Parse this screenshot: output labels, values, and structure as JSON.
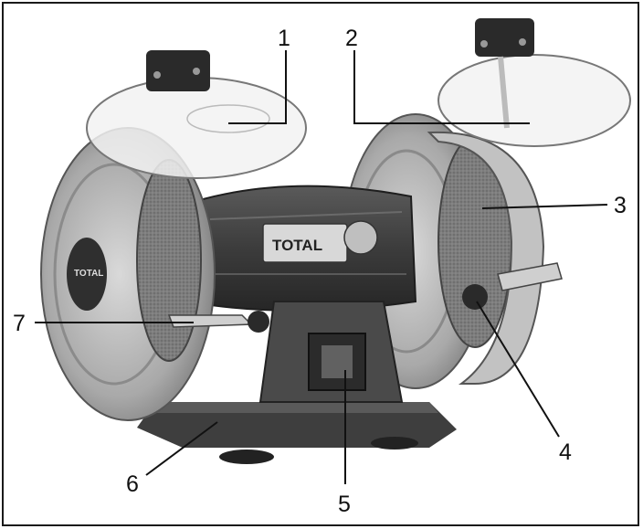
{
  "figure": {
    "callouts": [
      {
        "id": "1",
        "label": "1"
      },
      {
        "id": "2",
        "label": "2"
      },
      {
        "id": "3",
        "label": "3"
      },
      {
        "id": "4",
        "label": "4"
      },
      {
        "id": "5",
        "label": "5"
      },
      {
        "id": "6",
        "label": "6"
      },
      {
        "id": "7",
        "label": "7"
      }
    ],
    "brand_text": "TOTAL",
    "colors": {
      "line": "#111111",
      "body_dark": "#3a3a3a",
      "guard_metal": "#b8b8b8",
      "shield": "#e6e6e6"
    }
  }
}
